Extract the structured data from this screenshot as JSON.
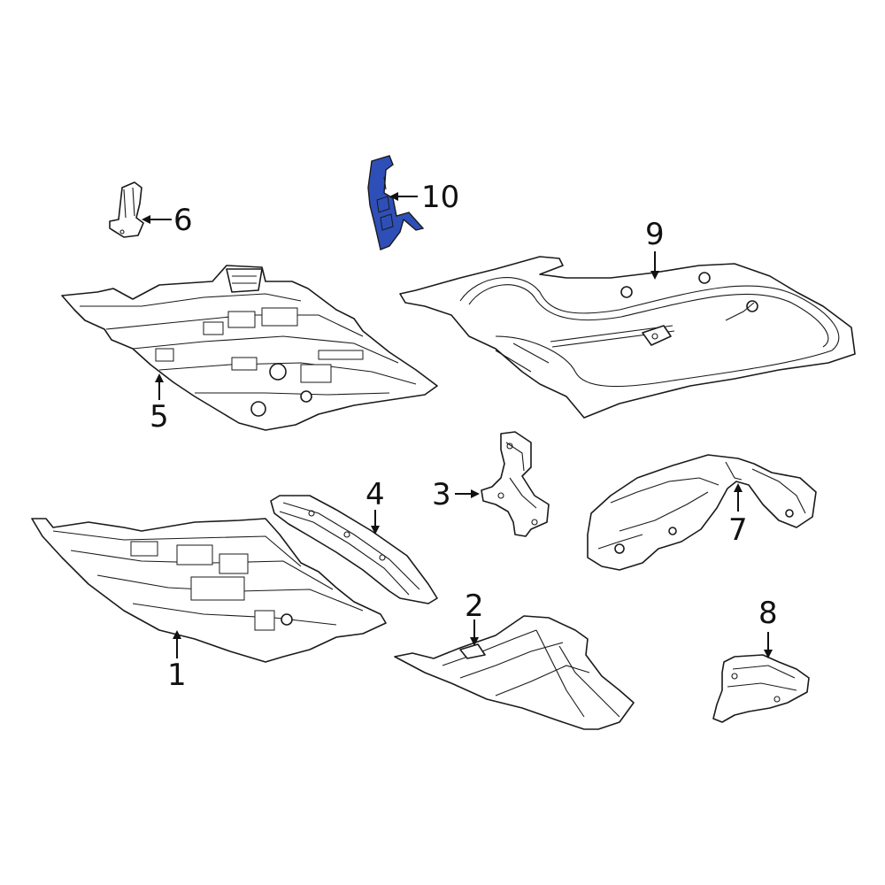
{
  "callouts": [
    {
      "id": "1",
      "label": "1"
    },
    {
      "id": "2",
      "label": "2"
    },
    {
      "id": "3",
      "label": "3"
    },
    {
      "id": "4",
      "label": "4"
    },
    {
      "id": "5",
      "label": "5"
    },
    {
      "id": "6",
      "label": "6"
    },
    {
      "id": "7",
      "label": "7"
    },
    {
      "id": "8",
      "label": "8"
    },
    {
      "id": "9",
      "label": "9"
    },
    {
      "id": "10",
      "label": "10"
    }
  ],
  "highlight_color": "#2f4fb8",
  "line_color": "#1a1a1a"
}
